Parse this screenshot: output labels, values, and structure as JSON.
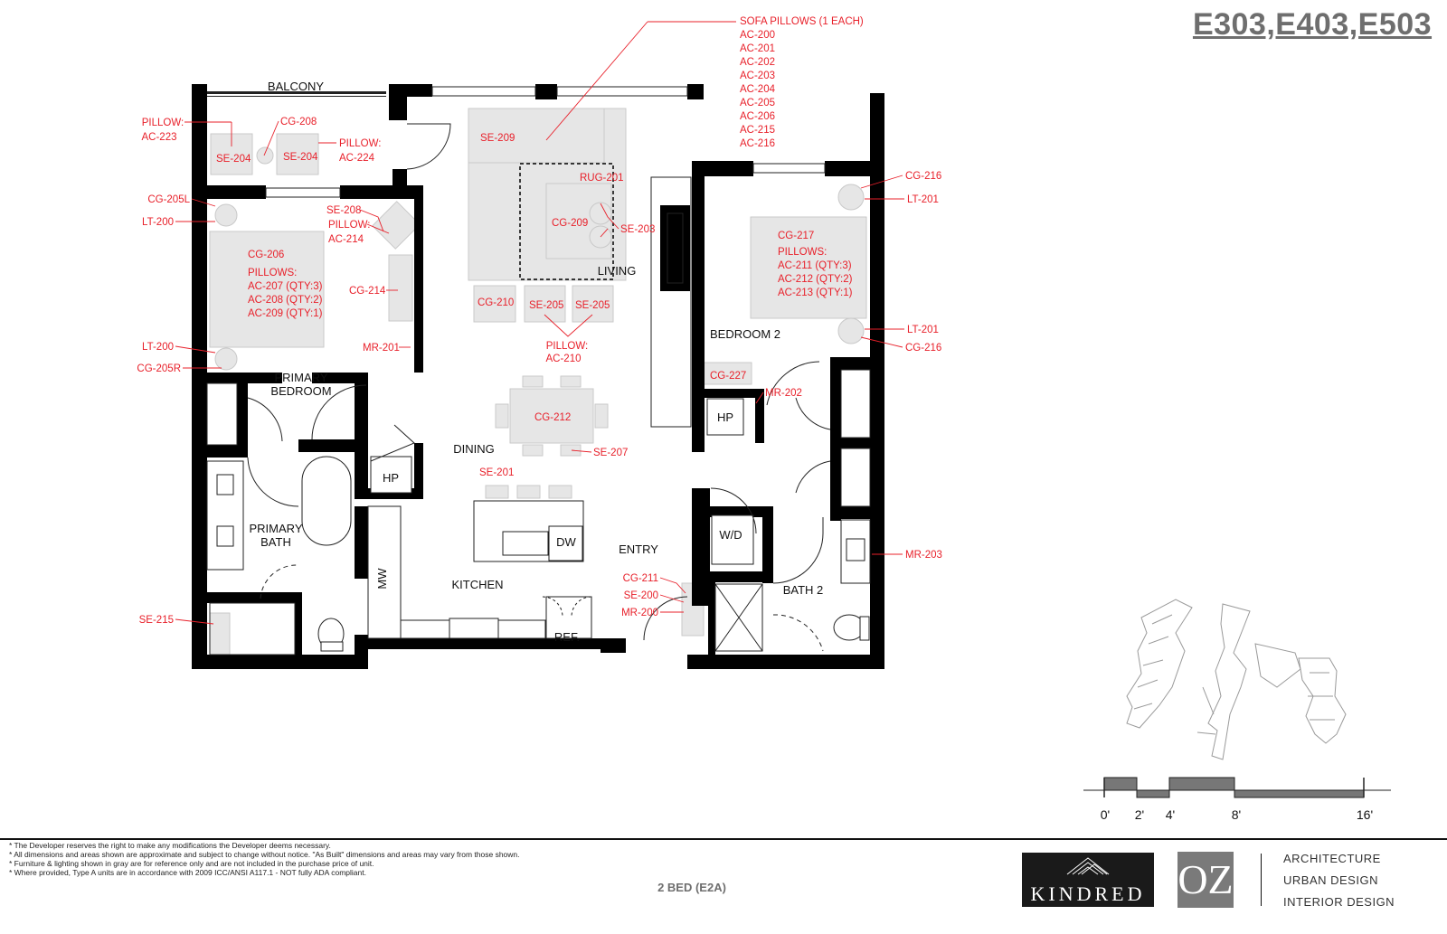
{
  "header": {
    "unit_codes": "E303,E403,E503"
  },
  "rooms": {
    "balcony": "BALCONY",
    "living": "LIVING",
    "bedroom2": "BEDROOM 2",
    "primary_bedroom_1": "PRIMARY",
    "primary_bedroom_2": "BEDROOM",
    "dining": "DINING",
    "primary_bath_1": "PRIMARY",
    "primary_bath_2": "BATH",
    "kitchen": "KITCHEN",
    "entry": "ENTRY",
    "bath2": "BATH 2",
    "hp1": "HP",
    "hp2": "HP",
    "wd": "W/D",
    "dw": "DW",
    "mw": "MW",
    "ref": "REF."
  },
  "tags": {
    "sofa_pillows": [
      "SOFA PILLOWS (1 EACH)",
      "AC-200",
      "AC-201",
      "AC-202",
      "AC-203",
      "AC-204",
      "AC-205",
      "AC-206",
      "AC-215",
      "AC-216"
    ],
    "pillow_ac223": [
      "PILLOW:",
      "AC-223"
    ],
    "pillow_ac224": [
      "PILLOW:",
      "AC-224"
    ],
    "cg208": "CG-208",
    "se204_a": "SE-204",
    "se204_b": "SE-204",
    "se209": "SE-209",
    "rug201": "RUG-201",
    "cg209": "CG-209",
    "se203": "SE-203",
    "cg216_top": "CG-216",
    "lt201_top": "LT-201",
    "cg217": [
      "CG-217",
      "PILLOWS:",
      "AC-211 (QTY:3)",
      "AC-212 (QTY:2)",
      "AC-213 (QTY:1)"
    ],
    "lt201_bot": "LT-201",
    "cg216_bot": "CG-216",
    "cg205l": "CG-205L",
    "lt200_top": "LT-200",
    "se208": "SE-208",
    "pillow_ac214": [
      "PILLOW:",
      "AC-214"
    ],
    "cg206": [
      "CG-206",
      "PILLOWS:",
      "AC-207 (QTY:3)",
      "AC-208 (QTY:2)",
      "AC-209 (QTY:1)"
    ],
    "cg214": "CG-214",
    "lt200_bot": "LT-200",
    "cg205r": "CG-205R",
    "mr201": "MR-201",
    "cg210": "CG-210",
    "se205_a": "SE-205",
    "se205_b": "SE-205",
    "pillow_ac210": [
      "PILLOW:",
      "AC-210"
    ],
    "cg227": "CG-227",
    "mr202": "MR-202",
    "cg212": "CG-212",
    "se207": "SE-207",
    "se201": "SE-201",
    "mr203": "MR-203",
    "cg211": "CG-211",
    "se200": "SE-200",
    "mr200": "MR-200",
    "se215": "SE-215"
  },
  "scale_bar": {
    "labels": [
      "0'",
      "2'",
      "4'",
      "8'",
      "16'"
    ]
  },
  "footer": {
    "notes": [
      "* The Developer reserves the right to make any modifications the Developer deems necessary.",
      "* All dimensions and areas shown are approximate and subject to change without notice. \"As Built\" dimensions and areas may vary from those shown.",
      "* Furniture & lighting shown in gray are for reference only and are not included in the purchase price of unit.",
      "* Where provided, Type A units are in accordance with 2009 ICC/ANSI A117.1 - NOT fully ADA compliant."
    ],
    "unit_type": "2 BED (E2A)",
    "brand": "KINDRED",
    "firm_mark": "OZ",
    "services": [
      "ARCHITECTURE",
      "URBAN DESIGN",
      "INTERIOR DESIGN"
    ]
  }
}
